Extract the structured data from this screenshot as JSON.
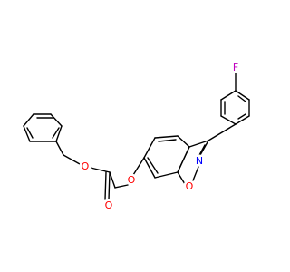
{
  "molecule": {
    "atoms": {
      "fluorine": {
        "symbol": "F",
        "color": "#c000c0"
      },
      "ring_nitrogen": {
        "symbol": "N",
        "color": "#0000ff"
      },
      "ring_oxygen": {
        "symbol": "O",
        "color": "#ff0000"
      },
      "ether_oxygen": {
        "symbol": "O",
        "color": "#ff0000"
      },
      "carbonyl_oxygen": {
        "symbol": "O",
        "color": "#ff0000"
      },
      "ester_oxygen": {
        "symbol": "O",
        "color": "#ff0000"
      }
    },
    "bond_color": "#000000",
    "background": "#ffffff"
  }
}
